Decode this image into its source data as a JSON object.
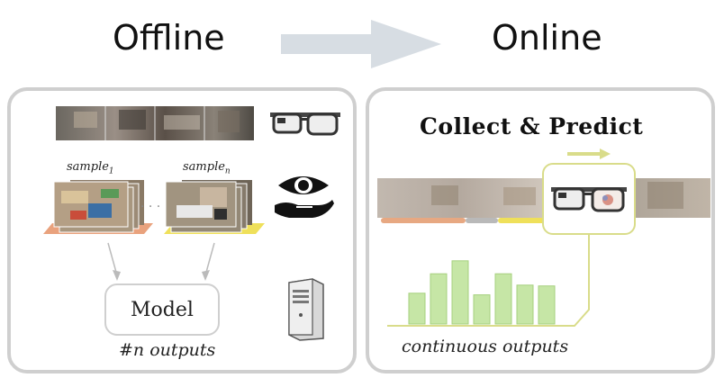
{
  "offline": {
    "title": "Offline",
    "sample_first": "sample",
    "sample_first_sub": "1",
    "sample_last": "sample",
    "sample_last_sub": "n",
    "ellipsis": "· · ·",
    "model_label": "Model",
    "outputs_label": "#n outputs"
  },
  "online": {
    "title": "Online",
    "collect_title": "Collect & Predict",
    "outputs_label": "continuous outputs",
    "bar_values": [
      0.38,
      0.62,
      0.78,
      0.36,
      0.62,
      0.48,
      0.47
    ]
  },
  "icons": [
    "smart-glasses-icon",
    "eye-hand-icon",
    "server-tower-icon",
    "forward-arrow-icon"
  ],
  "colors": {
    "panel_border": "#cfcfcf",
    "arrow": "#d7dde3",
    "bar_fill": "#c6e6a6",
    "bar_stroke": "#a6d07e",
    "highlight": "#d9dc8a",
    "strip_orange": "#e7a882",
    "strip_yellow": "#efe05a",
    "strip_gray": "#b9b9b9"
  }
}
